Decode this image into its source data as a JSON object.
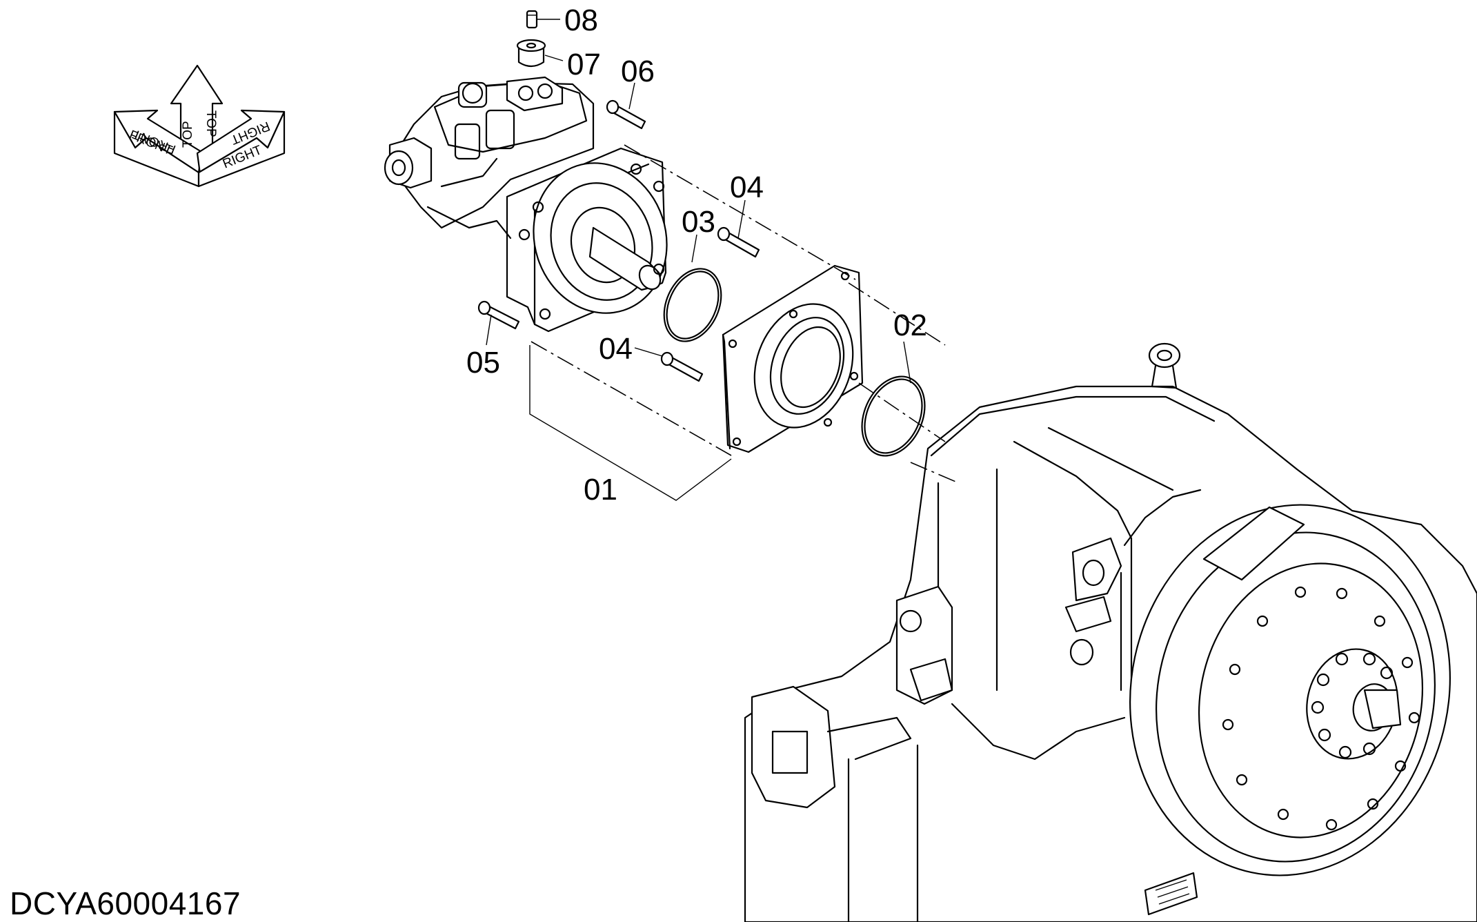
{
  "diagram": {
    "document_id": "DCYA60004167",
    "orientation_arrows": {
      "front": "FRONT",
      "top": "TOP",
      "right": "RIGHT"
    },
    "callouts": [
      {
        "id": "08",
        "text": "08"
      },
      {
        "id": "07",
        "text": "07"
      },
      {
        "id": "06",
        "text": "06"
      },
      {
        "id": "04a",
        "text": "04"
      },
      {
        "id": "03",
        "text": "03"
      },
      {
        "id": "04b",
        "text": "04"
      },
      {
        "id": "05",
        "text": "05"
      },
      {
        "id": "02",
        "text": "02"
      },
      {
        "id": "01",
        "text": "01"
      }
    ]
  }
}
